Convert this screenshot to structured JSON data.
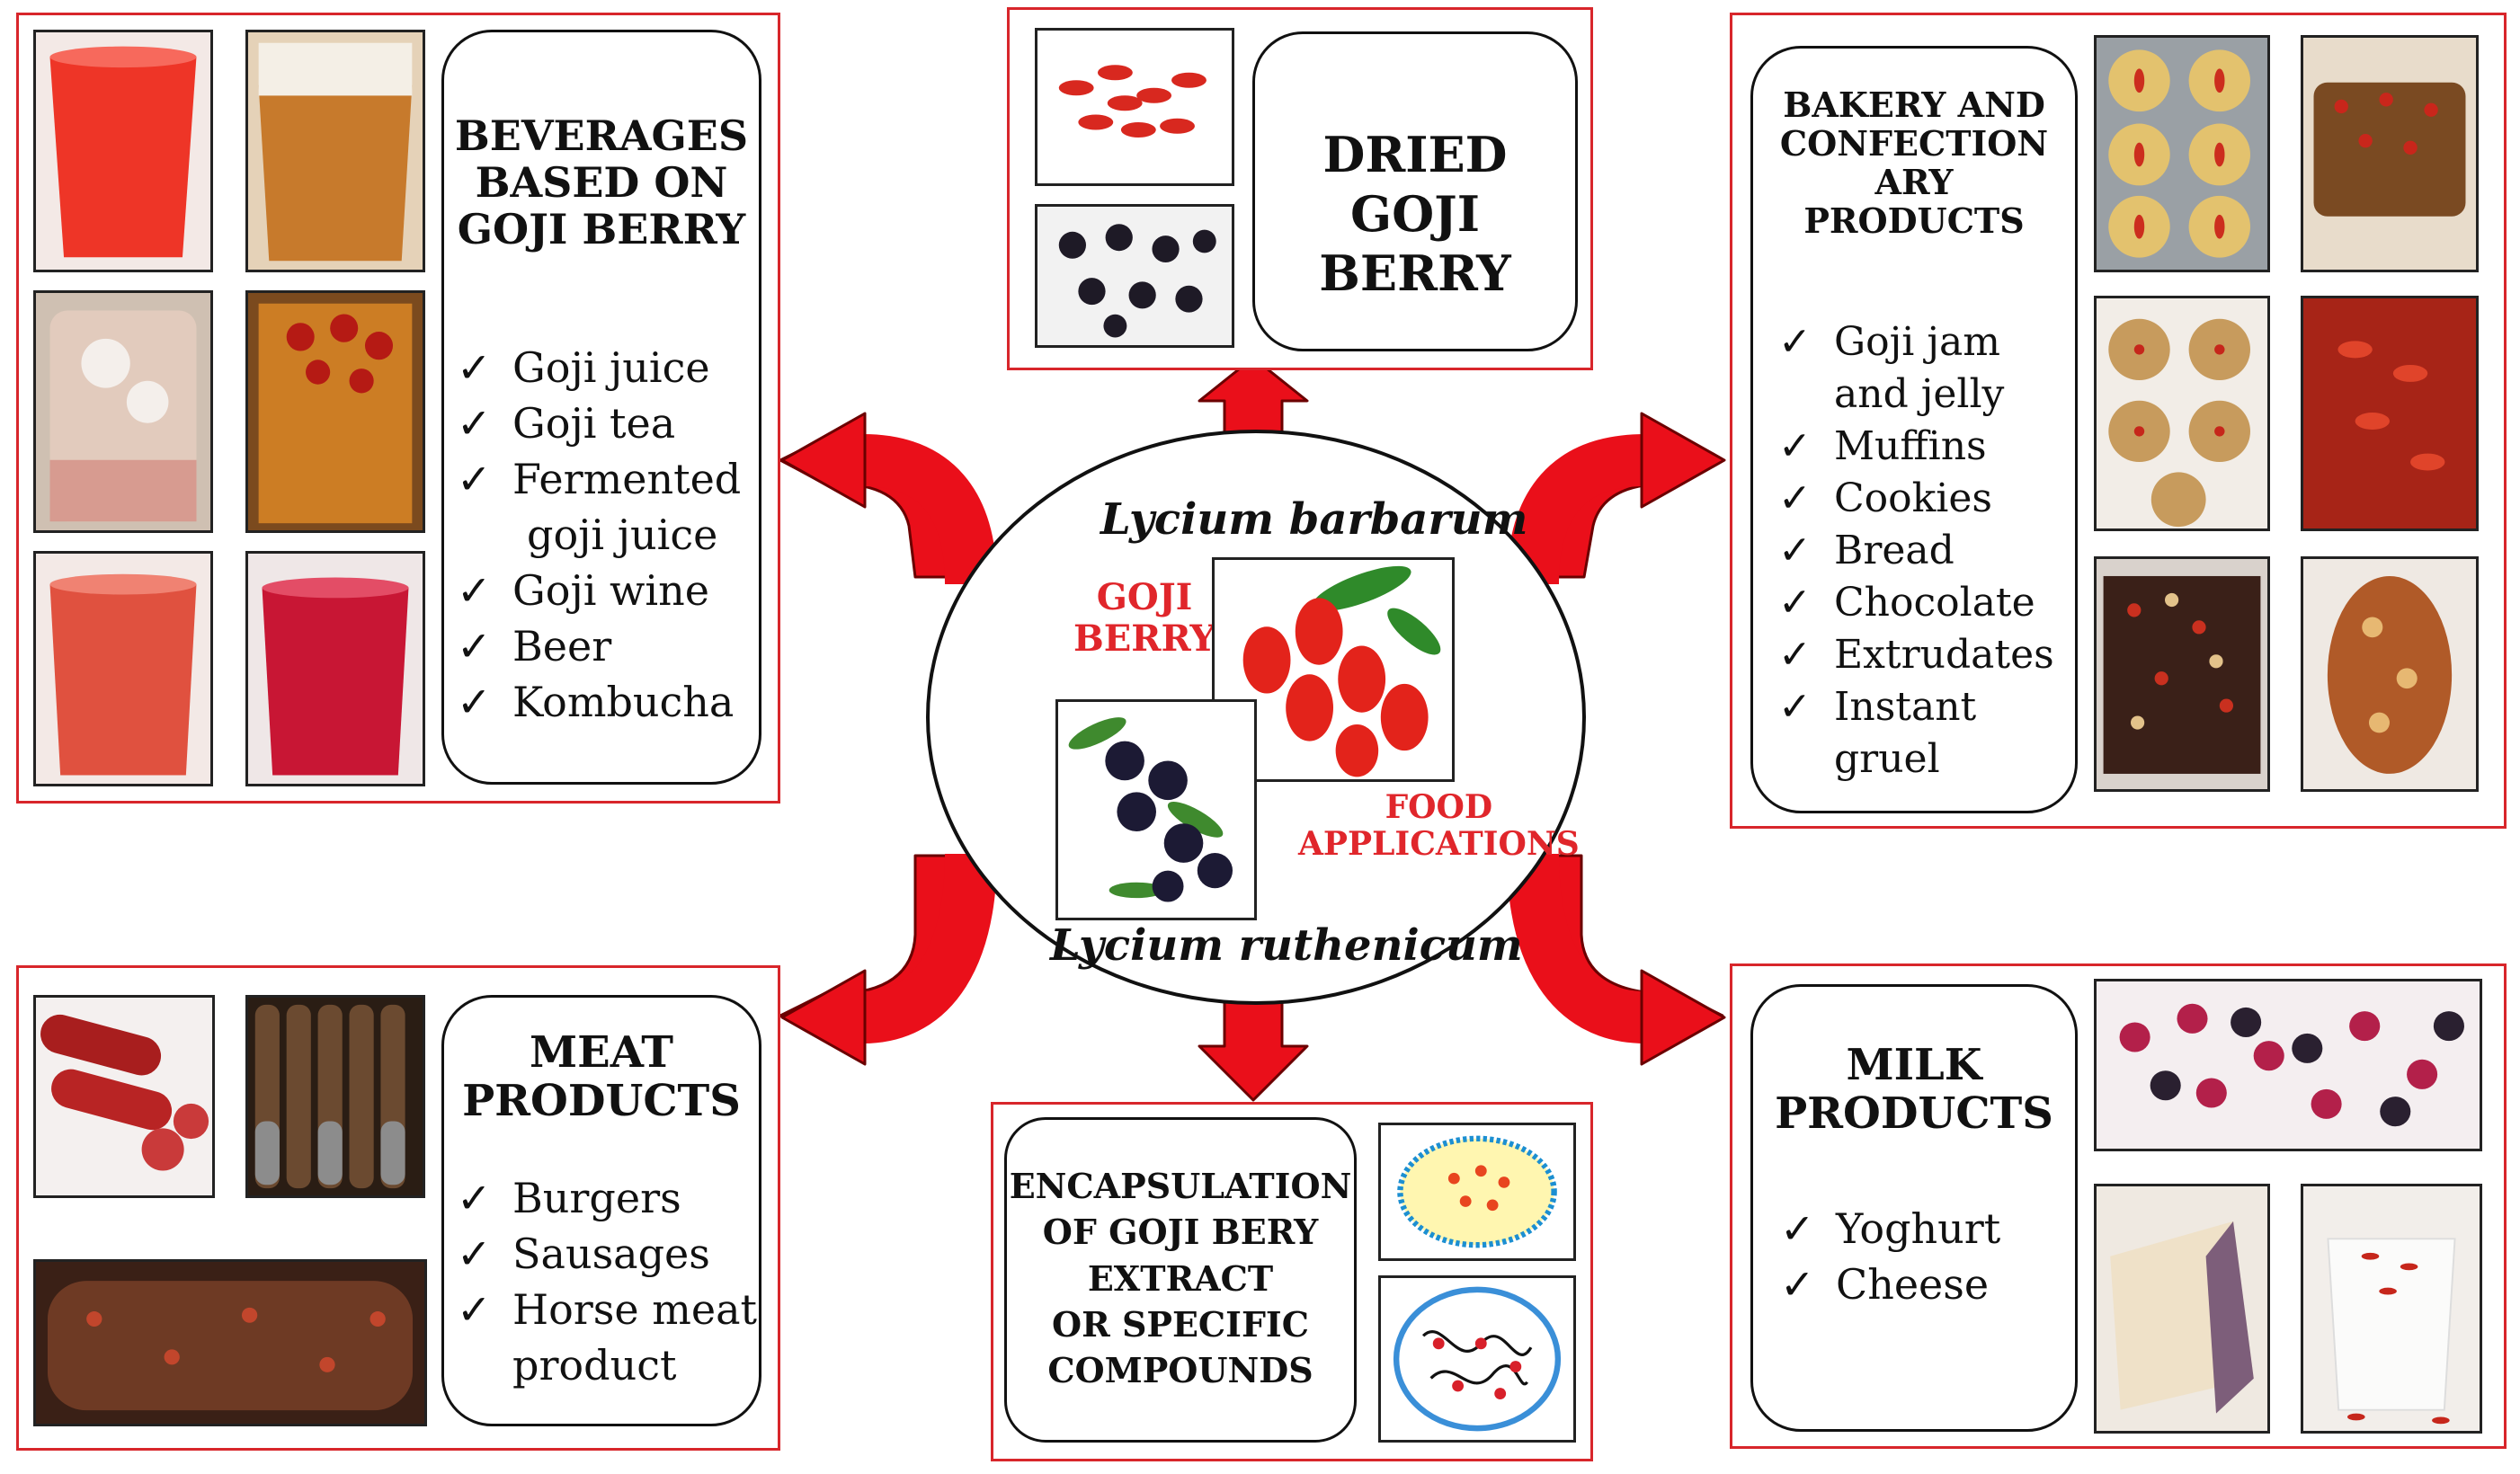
{
  "center": {
    "species_top": "Lycium barbarum",
    "species_bottom": "Lycium ruthenicum",
    "label_goji_line1": "GOJI",
    "label_goji_line2": "BERRY",
    "label_food_line1": "FOOD",
    "label_food_line2": "APPLICATIONS"
  },
  "beverages": {
    "title": [
      "BEVERAGES",
      "BASED ON",
      "GOJI BERRY"
    ],
    "items": [
      "Goji juice",
      "Goji tea",
      "Fermented",
      "goji juice",
      "Goji wine",
      "Beer",
      "Kombucha"
    ]
  },
  "dried": {
    "title": [
      "DRIED",
      "GOJI BERRY"
    ]
  },
  "bakery": {
    "title": [
      "BAKERY AND",
      "CONFECTION",
      "ARY",
      "PRODUCTS"
    ],
    "items": [
      "Goji jam",
      "and jelly",
      "Muffins",
      "Cookies",
      "Bread",
      "Chocolate",
      "Extrudates",
      "Instant",
      "gruel"
    ]
  },
  "meat": {
    "title": [
      "MEAT",
      "PRODUCTS"
    ],
    "items": [
      "Burgers",
      "Sausages",
      "Horse meat",
      "product"
    ]
  },
  "encapsulation": {
    "title": [
      "ENCAPSULATION",
      "OF GOJI BERY",
      "EXTRACT",
      "OR SPECIFIC",
      "COMPOUNDS"
    ]
  },
  "milk": {
    "title": [
      "MILK",
      "PRODUCTS"
    ],
    "items": [
      "Yoghurt",
      "Cheese"
    ]
  },
  "colors": {
    "frame_red": "#d8262b",
    "arrow_red": "#e8101a",
    "label_red": "#e0262b"
  }
}
